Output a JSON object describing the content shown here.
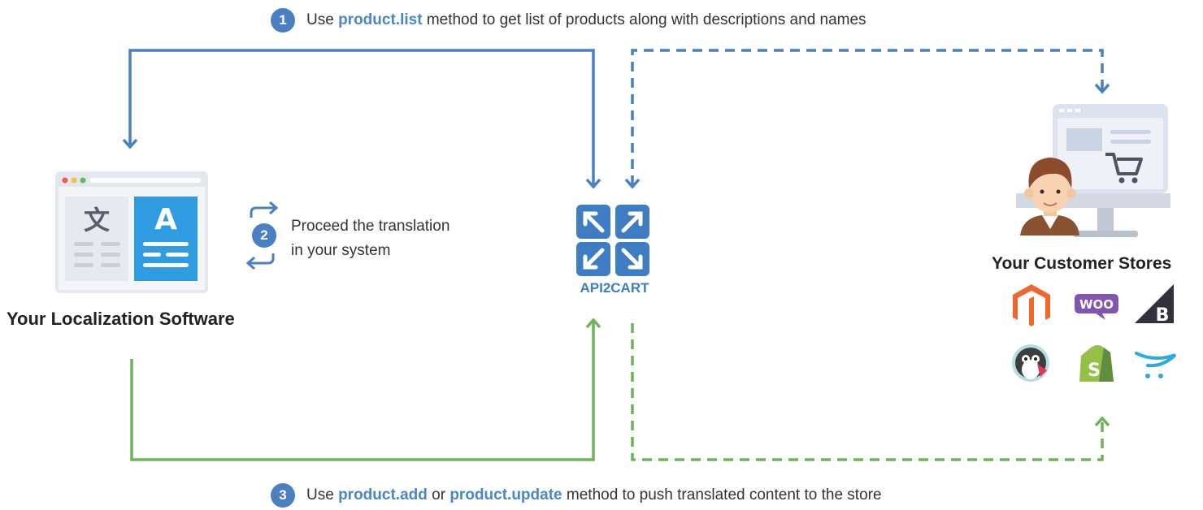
{
  "step1": {
    "number": "1",
    "prefix": "Use",
    "method": "product.list",
    "suffix": "method to get list of products along with descriptions and names"
  },
  "step2": {
    "number": "2",
    "line1": "Proceed the translation",
    "line2": "in your system"
  },
  "step3": {
    "number": "3",
    "prefix": "Use",
    "method1": "product.add",
    "middle": "or",
    "method2": "product.update",
    "suffix": "method to push translated content to the store"
  },
  "localization": {
    "label": "Your Localization Software",
    "icon": "translate-app-icon",
    "glyph_char": "文",
    "glyph_letter": "A"
  },
  "api2cart": {
    "name": "API2CART",
    "icon": "api2cart-logo-icon"
  },
  "stores": {
    "label": "Your Customer Stores",
    "platforms": [
      "Magento",
      "WooCommerce",
      "BigCommerce",
      "PrestaShop",
      "Shopify",
      "OpenCart"
    ],
    "woo_text": "WOO",
    "bigcommerce_letter": "B",
    "shopify_letter": "S"
  },
  "colors": {
    "blue": "#4a7fc1",
    "green": "#6db35a",
    "magento": "#ee672f",
    "woo": "#7f54b3",
    "bigcommerce": "#34313f",
    "shopify": "#95bf47",
    "opencart": "#29aae1"
  }
}
